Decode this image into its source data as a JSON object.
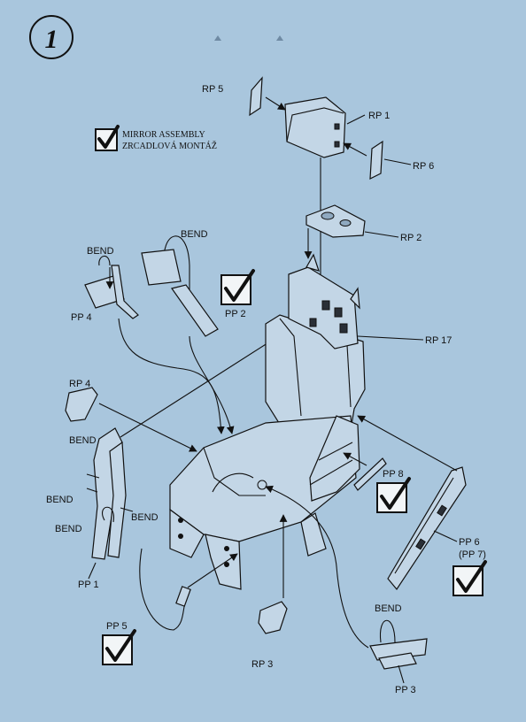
{
  "step": {
    "number": "1"
  },
  "note": {
    "line1": "MIRROR ASSEMBLY",
    "line2": "ZRCADLOVÁ MONTÁŽ"
  },
  "labels": {
    "rp5": "RP 5",
    "rp1": "RP 1",
    "rp6": "RP 6",
    "rp2": "RP 2",
    "rp17": "RP 17",
    "rp4": "RP 4",
    "rp8": "PP 8",
    "rp3": "RP 3",
    "pp4": "PP 4",
    "pp2": "PP 2",
    "pp1": "PP 1",
    "pp5": "PP 5",
    "pp6": "PP 6",
    "pp7": "(PP 7)",
    "pp3": "PP 3",
    "bend": "BEND"
  },
  "colors": {
    "background": "#a9c6dd",
    "ink": "#111111",
    "part_fill": "#c3d6e6"
  }
}
